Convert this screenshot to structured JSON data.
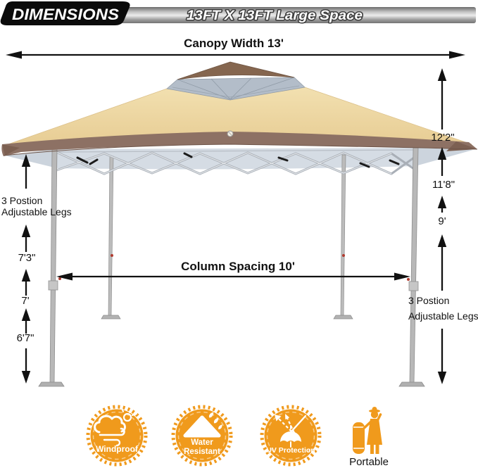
{
  "header": {
    "brand": "DIMENSIONS",
    "subtitle": "13FT X 13FT Large Space"
  },
  "dimensions": {
    "canopy_width": "Canopy Width 13'",
    "column_spacing": "Column Spacing 10'",
    "right_heights": [
      "12'2\"",
      "11'8\"",
      "9'"
    ],
    "left_heights": [
      "7'3\"",
      "7'",
      "6'7\""
    ],
    "legs_note_line1": "3 Postion",
    "legs_note_line2": "Adjustable Legs"
  },
  "features": [
    {
      "icon": "windproof-icon",
      "label": "Windproof"
    },
    {
      "icon": "water-resistant-icon",
      "label_line1": "Water",
      "label_line2": "Resistant"
    },
    {
      "icon": "uv-protection-icon",
      "label": "UV Protection"
    },
    {
      "icon": "portable-icon",
      "label": "Portable"
    }
  ],
  "colors": {
    "canopy_tan": "#ecd3a0",
    "canopy_trim_brown": "#8d7164",
    "vent_brown": "#85664f",
    "mesh_gray": "#b3bdc9",
    "frame_gray": "#b8b8b8",
    "badge_orange": "#F09A1C"
  }
}
